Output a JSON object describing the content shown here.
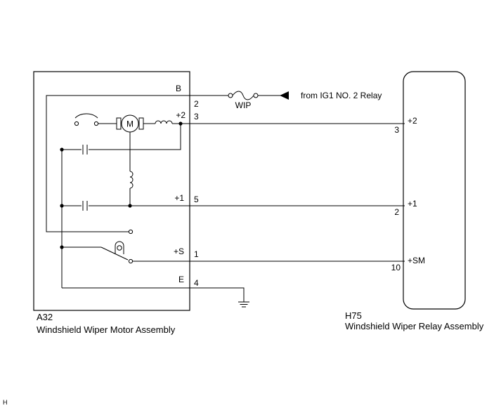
{
  "motor_assembly": {
    "code": "A32",
    "name": "Windshield Wiper Motor Assembly",
    "terminals": {
      "b": {
        "label": "B",
        "pin": "2"
      },
      "plus2": {
        "label": "+2",
        "pin": "3"
      },
      "plus1": {
        "label": "+1",
        "pin": "5"
      },
      "plusS": {
        "label": "+S",
        "pin": "1"
      },
      "e": {
        "label": "E",
        "pin": "4"
      }
    },
    "motor_symbol": "M"
  },
  "relay_assembly": {
    "code": "H75",
    "name": "Windshield Wiper Relay Assembly",
    "terminals": {
      "plus2": {
        "label": "+2",
        "pin": "3"
      },
      "plus1": {
        "label": "+1",
        "pin": "2"
      },
      "sm": {
        "label": "+SM",
        "pin": "10"
      }
    }
  },
  "fuse": {
    "label": "WIP"
  },
  "power_source": {
    "label": "from IG1 NO. 2 Relay"
  },
  "corner_mark": "H"
}
